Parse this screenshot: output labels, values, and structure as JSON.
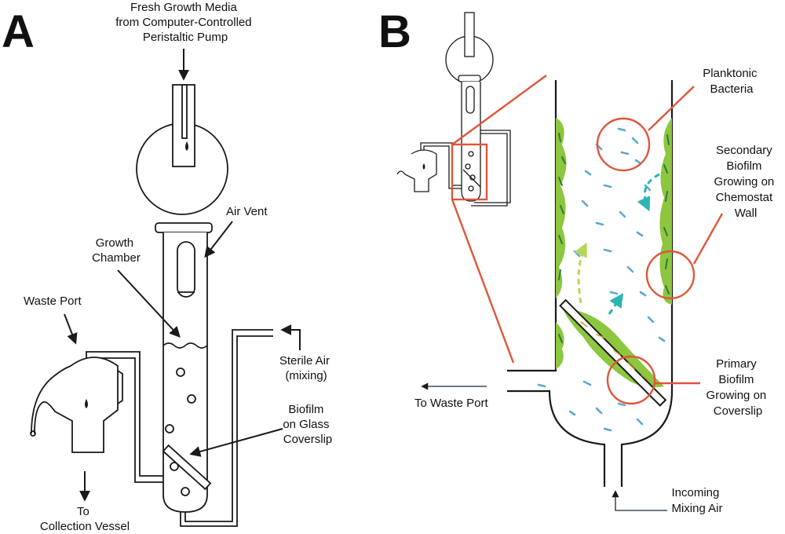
{
  "panels": {
    "a": {
      "letter": "A"
    },
    "b": {
      "letter": "B"
    }
  },
  "panel_a_labels": {
    "media": [
      "Fresh Growth Media",
      "from Computer-Controlled",
      "Peristaltic Pump"
    ],
    "air_vent": [
      "Air Vent"
    ],
    "growth_chamber": [
      "Growth",
      "Chamber"
    ],
    "waste_port": [
      "Waste Port"
    ],
    "sterile_air": [
      "Sterile Air",
      "(mixing)"
    ],
    "biofilm": [
      "Biofilm",
      "on Glass",
      "Coverslip"
    ],
    "collection": [
      "To",
      "Collection Vessel"
    ]
  },
  "panel_b_labels": {
    "planktonic": [
      "Planktonic",
      "Bacteria"
    ],
    "secondary": [
      "Secondary",
      "Biofilm",
      "Growing on",
      "Chemostat",
      "Wall"
    ],
    "primary": [
      "Primary",
      "Biofilm",
      "Growing on",
      "Coverslip"
    ],
    "waste": [
      "To Waste Port"
    ],
    "incoming": [
      "Incoming",
      "Mixing Air"
    ]
  },
  "colors": {
    "outline": "#1a1a1a",
    "highlight": "#e0553b",
    "biofilm": "#8dc63f",
    "bacteria": "#5aa9d6",
    "arrow_green": "#b6d65a",
    "arrow_teal": "#2bb5b0"
  }
}
